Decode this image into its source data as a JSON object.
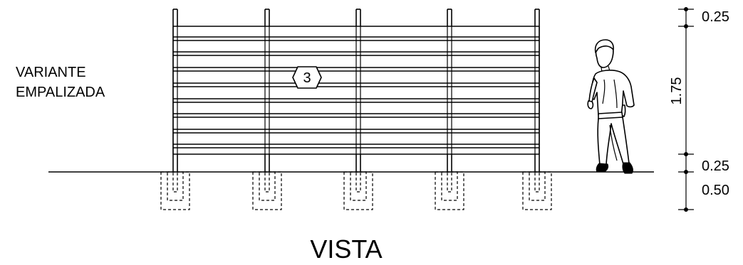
{
  "labels": {
    "variant_line1": "VARIANTE",
    "variant_line2": "EMPALIZADA",
    "title": "VISTA",
    "detail_tag": "3"
  },
  "dimensions": {
    "top_post_extension": "0.25",
    "panel_height": "1.75",
    "bottom_gap": "0.25",
    "foundation_depth": "0.50"
  }
}
